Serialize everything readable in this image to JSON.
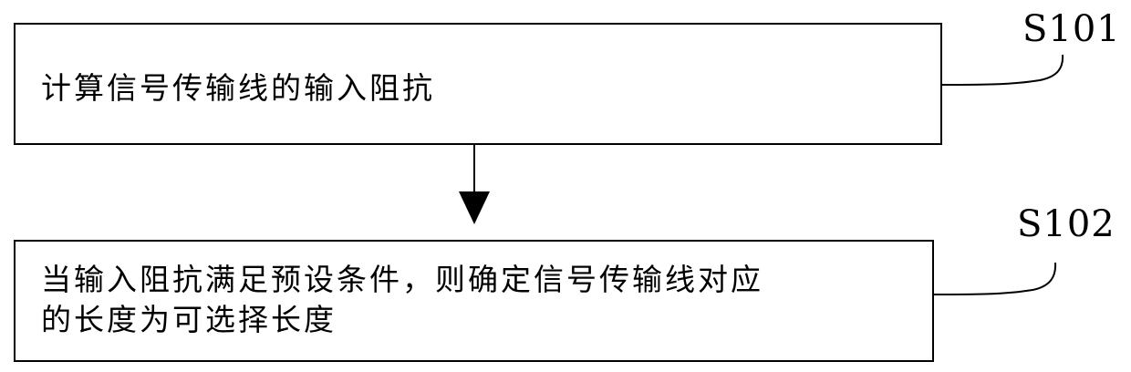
{
  "steps": [
    {
      "id": "S101",
      "label": "S101",
      "text_lines": [
        "计算信号传输线的输入阻抗"
      ]
    },
    {
      "id": "S102",
      "label": "S102",
      "text_lines": [
        "当输入阻抗满足预设条件，则确定信号传输线对应",
        "的长度为可选择长度"
      ]
    }
  ]
}
